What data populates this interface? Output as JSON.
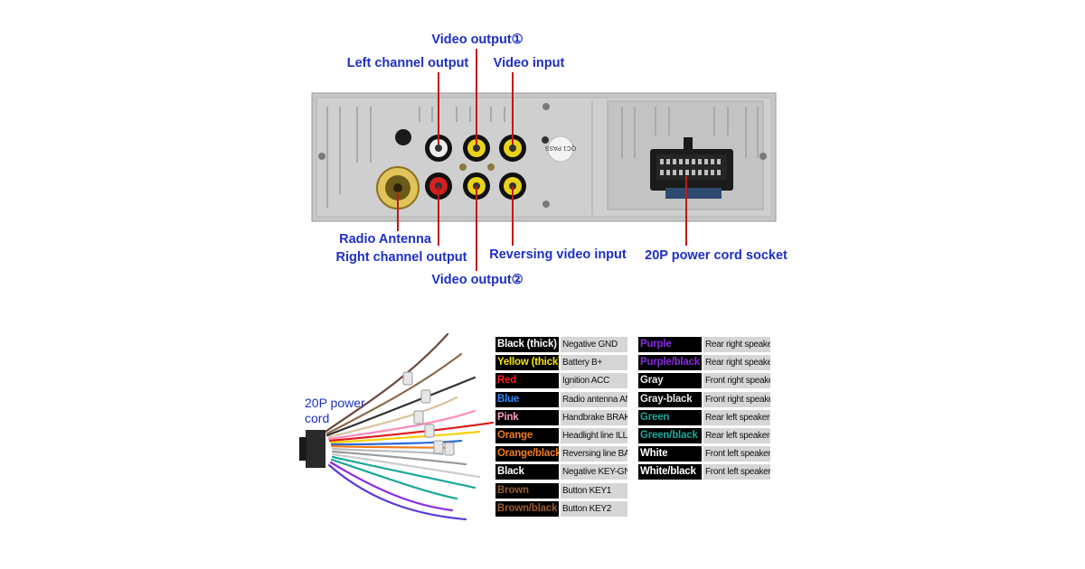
{
  "panel_labels": {
    "video_output_1": "Video output①",
    "left_channel_output": "Left channel output",
    "video_input": "Video input",
    "radio_antenna": "Radio Antenna",
    "right_channel_output": "Right channel output",
    "video_output_2": "Video output②",
    "reversing_video_input": "Reversing video input",
    "power_socket": "20P power cord socket"
  },
  "sticker_text": "QC1 PASS",
  "cord_label": "20P power cord",
  "wires_left": [
    {
      "color_name": "Black (thick)",
      "function": "Negative GND",
      "text_color": "#ffffff"
    },
    {
      "color_name": "Yellow (thick)",
      "function": "Battery B+",
      "text_color": "#f5e400"
    },
    {
      "color_name": "Red",
      "function": "Ignition ACC",
      "text_color": "#ff1a1a"
    },
    {
      "color_name": "Blue",
      "function": "Radio antenna ANT",
      "text_color": "#2a8cff"
    },
    {
      "color_name": "Pink",
      "function": "Handbrake BRAKE",
      "text_color": "#ff9ec4"
    },
    {
      "color_name": "Orange",
      "function": "Headlight line ILL",
      "text_color": "#f07a1e"
    },
    {
      "color_name": "Orange/black",
      "function": "Reversing line BACK",
      "text_color": "#f07a1e"
    },
    {
      "color_name": "Black",
      "function": "Negative KEY-GND",
      "text_color": "#ffffff"
    },
    {
      "color_name": "Brown",
      "function": "Button KEY1",
      "text_color": "#9a5a2a"
    },
    {
      "color_name": "Brown/black",
      "function": "Button KEY2",
      "text_color": "#9a5a2a"
    }
  ],
  "wires_right": [
    {
      "color_name": "Purple",
      "function": "Rear right speaker+",
      "text_color": "#8a2be2"
    },
    {
      "color_name": "Purple/black",
      "function": "Rear right speaker-",
      "text_color": "#8a2be2"
    },
    {
      "color_name": "Gray",
      "function": "Front right speaker+",
      "text_color": "#e6e6e6"
    },
    {
      "color_name": "Gray-black",
      "function": "Front right speaker",
      "text_color": "#e6e6e6"
    },
    {
      "color_name": "Green",
      "function": "Rear left speaker+",
      "text_color": "#1aa89a"
    },
    {
      "color_name": "Green/black",
      "function": "Rear left speaker-",
      "text_color": "#1aa89a"
    },
    {
      "color_name": "White",
      "function": "Front left speaker+",
      "text_color": "#ffffff"
    },
    {
      "color_name": "White/black",
      "function": "Front left speaker-",
      "text_color": "#ffffff"
    }
  ],
  "colors": {
    "label_blue": "#1e2fc4",
    "leader_red": "#c01818",
    "panel_gray": "#c9c9c9"
  }
}
